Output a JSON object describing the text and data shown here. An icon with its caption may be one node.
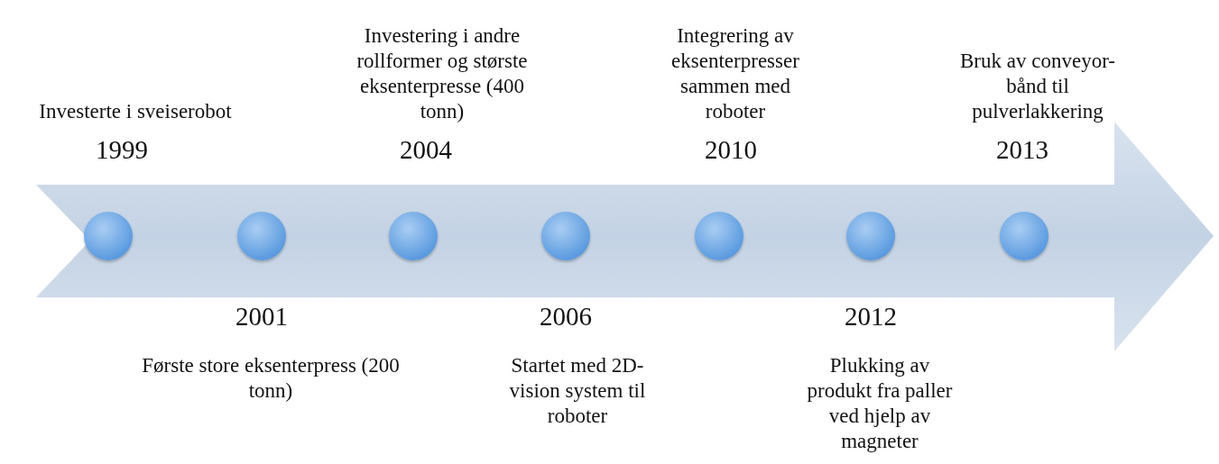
{
  "diagram": {
    "nodes": [
      {
        "text": [],
        "shape": "arrow"
      },
      {
        "text": [],
        "shape": "circle",
        "in": 0,
        "beside": [
          "1999",
          "Investerte i sveiserobot"
        ]
      },
      {
        "text": [],
        "shape": "circle",
        "in": 0,
        "beside": [
          "2001",
          "Første store eksenterpress (200 tonn)"
        ]
      },
      {
        "text": [],
        "shape": "circle",
        "in": 0,
        "beside": [
          "2004",
          "Investering i andre rollformer og største eksenterpresse (400 tonn)"
        ]
      },
      {
        "text": [],
        "shape": "circle",
        "in": 0,
        "beside": [
          "2006",
          "Startet med 2D-vision system til roboter"
        ]
      },
      {
        "text": [],
        "shape": "circle",
        "in": 0,
        "beside": [
          "2010",
          "Integrering av eksenterpresser sammen med roboter"
        ]
      },
      {
        "text": [],
        "shape": "circle",
        "in": 0,
        "beside": [
          "2012",
          "Plukking av produkt fra paller ved hjelp av magneter"
        ]
      },
      {
        "text": [],
        "shape": "circle",
        "in": 0,
        "beside": [
          "2013",
          "Bruk av conveyor-bånd til pulverlakkering"
        ]
      }
    ]
  }
}
